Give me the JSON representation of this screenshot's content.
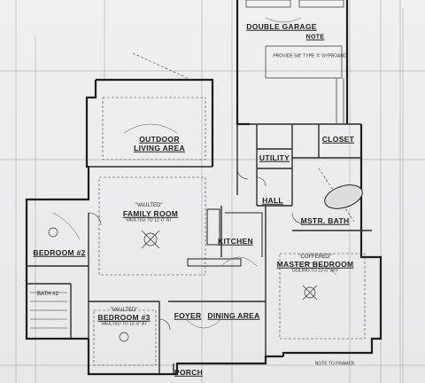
{
  "rooms": {
    "double_garage": "DOUBLE GARAGE",
    "outdoor_living_line1": "OUTDOOR",
    "outdoor_living_line2": "LIVING AREA",
    "closet": "CLOSET",
    "utility": "UTILITY",
    "hall": "HALL",
    "mstr_bath": "MSTR. BATH",
    "family_room": "FAMILY ROOM",
    "kitchen": "KITCHEN",
    "bedroom_2": "BEDROOM #2",
    "bath_2": "BATH #2",
    "master_bedroom": "MASTER BEDROOM",
    "bedroom_3": "BEDROOM #3",
    "foyer": "FOYER",
    "dining_area": "DINING AREA",
    "porch": "PORCH"
  },
  "tags": {
    "vaulted": "\"VAULTED\"",
    "coffered": "\"COFFERED\"",
    "note": "NOTE"
  },
  "annotations": {
    "family_ceiling": "VAULTED TO 12'-0\" AT",
    "master_ceiling": "CEILING TO 10'-0\" AFF",
    "bed3_ceiling": "VAULTED TO 12'-0\" AT",
    "garage_note": "PROVIDE 5/8\" TYPE 'X' GYPBOARD",
    "bottom_note": "NOTE TO FRAMER"
  }
}
